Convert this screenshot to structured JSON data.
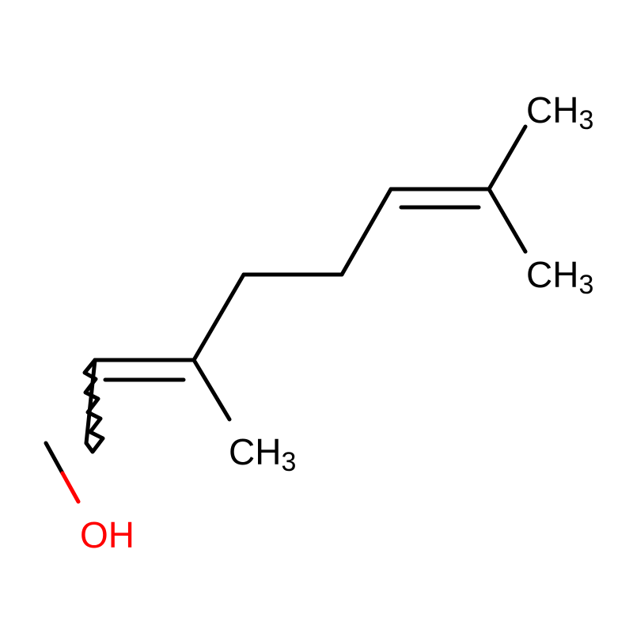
{
  "molecule": {
    "labels": {
      "methyl_top_right": {
        "main": "CH",
        "sub": "3"
      },
      "methyl_right": {
        "main": "CH",
        "sub": "3"
      },
      "methyl_middle": {
        "main": "CH",
        "sub": "3"
      },
      "hydroxyl": "OH"
    },
    "colors": {
      "bond": "#000000",
      "hydroxyl": "#ff0000",
      "carbon_label": "#000000"
    }
  }
}
